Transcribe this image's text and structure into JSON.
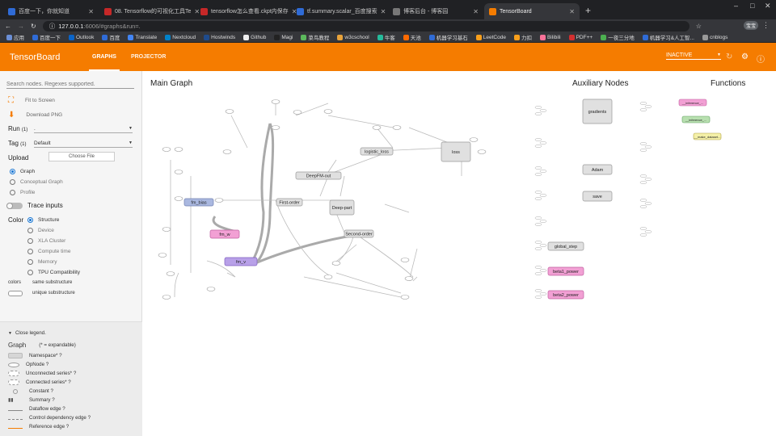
{
  "tabs": [
    {
      "title": "百度一下，你就知道",
      "color": "#2f6bd6",
      "active": false
    },
    {
      "title": "08. Tensorflow的可视化工具Te",
      "color": "#c62828",
      "active": false
    },
    {
      "title": "tensorflow怎么查看.ckpt内保存",
      "color": "#c62828",
      "active": false
    },
    {
      "title": "tf.summary.scalar_百度搜索",
      "color": "#2f6bd6",
      "active": false
    },
    {
      "title": "博客后台 - 博客园",
      "color": "#777777",
      "active": false
    },
    {
      "title": "TensorBoard",
      "color": "#f57c00",
      "active": true
    }
  ],
  "address": {
    "host": "127.0.0.1",
    "path": ":6006/#graphs&run=."
  },
  "profile_label": "宝宝",
  "bookmarks": [
    {
      "label": "应用",
      "color": "#6b8fd6"
    },
    {
      "label": "百度一下",
      "color": "#2f6bd6"
    },
    {
      "label": "Outlook",
      "color": "#0a64c8"
    },
    {
      "label": "百度",
      "color": "#2f6bd6"
    },
    {
      "label": "Translate",
      "color": "#4285f4"
    },
    {
      "label": "Nextcloud",
      "color": "#0082c9"
    },
    {
      "label": "Hostwinds",
      "color": "#1e4b8c"
    },
    {
      "label": "Github",
      "color": "#eeeeee"
    },
    {
      "label": "Magi",
      "color": "#222222"
    },
    {
      "label": "菜鸟教程",
      "color": "#5cb85c"
    },
    {
      "label": "w3cschool",
      "color": "#e8a33b"
    },
    {
      "label": "牛客",
      "color": "#25bb9b"
    },
    {
      "label": "天池",
      "color": "#ff6a00"
    },
    {
      "label": "机器学习基石",
      "color": "#2f6bd6"
    },
    {
      "label": "LeetCode",
      "color": "#f89f1b"
    },
    {
      "label": "力扣",
      "color": "#f89f1b"
    },
    {
      "label": "Bilibili",
      "color": "#fb7299"
    },
    {
      "label": "PDF++",
      "color": "#d32f2f"
    },
    {
      "label": "一夜三分地",
      "color": "#4caf50"
    },
    {
      "label": "机器学习&人工智...",
      "color": "#2f6bd6"
    },
    {
      "label": "cnblogs",
      "color": "#999999"
    }
  ],
  "header": {
    "logo": "TensorBoard",
    "tab_graphs": "GRAPHS",
    "tab_projector": "PROJECTOR",
    "status": "INACTIVE"
  },
  "sidebar": {
    "search_placeholder": "Search nodes. Regexes supported.",
    "fit_to_screen": "Fit to Screen",
    "download_png": "Download PNG",
    "run_label": "Run",
    "run_count": "(1)",
    "run_value": ".",
    "tag_label": "Tag",
    "tag_count": "(1)",
    "tag_value": "Default",
    "upload_label": "Upload",
    "choose_file": "Choose File",
    "graph_types": [
      "Graph",
      "Conceptual Graph",
      "Profile"
    ],
    "trace_inputs": "Trace inputs",
    "color_label": "Color",
    "color_options": [
      "Structure",
      "Device",
      "XLA Cluster",
      "Compute time",
      "Memory",
      "TPU Compatibility"
    ],
    "colors_label": "colors",
    "same_substructure": "same substructure",
    "unique_substructure": "unique substructure"
  },
  "legend": {
    "close": "Close legend.",
    "graph": "Graph",
    "expandable": "(* = expandable)",
    "items": [
      {
        "label": "Namespace* ?",
        "sym": "namespace"
      },
      {
        "label": "OpNode ?",
        "sym": "opnode"
      },
      {
        "label": "Unconnected series* ?",
        "sym": "series"
      },
      {
        "label": "Connected series* ?",
        "sym": "series"
      },
      {
        "label": "Constant ?",
        "sym": "constant"
      },
      {
        "label": "Summary ?",
        "sym": "summary"
      },
      {
        "label": "Dataflow edge ?",
        "sym": "dataflow"
      },
      {
        "label": "Control dependency edge ?",
        "sym": "control"
      },
      {
        "label": "Reference edge ?",
        "sym": "reference"
      }
    ]
  },
  "graph": {
    "main_title": "Main Graph",
    "aux_title": "Auxiliary Nodes",
    "functions_title": "Functions",
    "main_nodes": [
      {
        "label": "fm_bias",
        "kind": "blue"
      },
      {
        "label": "fm_w",
        "kind": "pink"
      },
      {
        "label": "fm_v",
        "kind": "purple"
      },
      {
        "label": "First-order",
        "kind": "gray"
      },
      {
        "label": "Deep-part",
        "kind": "gray"
      },
      {
        "label": "DeepFM-out",
        "kind": "gray"
      },
      {
        "label": "Second-order",
        "kind": "gray"
      },
      {
        "label": "logistic_loss",
        "kind": "gray"
      },
      {
        "label": "loss",
        "kind": "gray"
      }
    ],
    "aux_nodes": [
      {
        "label": "gradients",
        "kind": "gray"
      },
      {
        "label": "Adam",
        "kind": "gray"
      },
      {
        "label": "save",
        "kind": "gray"
      },
      {
        "label": "global_step",
        "kind": "gray"
      },
      {
        "label": "beta1_power",
        "kind": "pink"
      },
      {
        "label": "beta2_power",
        "kind": "pink"
      }
    ],
    "functions": [
      {
        "label": "__inference_...",
        "kind": "pink"
      },
      {
        "label": "__inference_...",
        "kind": "green"
      },
      {
        "label": "__make_dataset...",
        "kind": "yellow"
      }
    ]
  }
}
